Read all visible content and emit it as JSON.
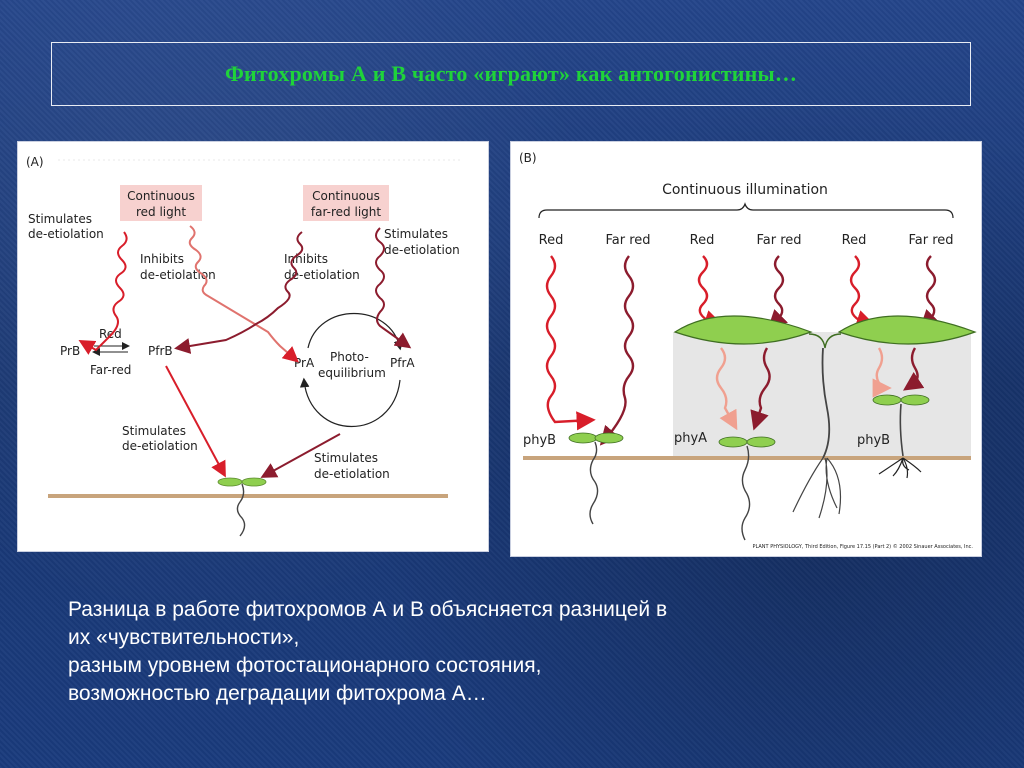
{
  "slide": {
    "title": "Фитохромы А и В часто «играют» как антогонистины…",
    "body_lines": [
      "Разница в работе фитохромов А и В объясняется разницей в",
      "их «чувствительности»,",
      "разным уровнем фотостационарного состояния,",
      "возможностью деградации фитохрома А…"
    ]
  },
  "panel_a": {
    "label": "(A)",
    "box_red": [
      "Continuous",
      "red light"
    ],
    "box_farred": [
      "Continuous",
      "far-red light"
    ],
    "stim_left": [
      "Stimulates",
      "de-etiolation"
    ],
    "inhibits_left": [
      "Inhibits",
      "de-etiolation"
    ],
    "inhibits_right": [
      "Inhibits",
      "de-etiolation"
    ],
    "stim_right": [
      "Stimulates",
      "de-etiolation"
    ],
    "prb": "PrB",
    "pfrb": "PfrB",
    "red": "Red",
    "far_red": "Far-red",
    "pra": "PrA",
    "pfra": "PfrA",
    "photo_eq": [
      "Photo-",
      "equilibrium"
    ],
    "stim_mid": [
      "Stimulates",
      "de-etiolation"
    ],
    "stim_bottom": [
      "Stimulates",
      "de-etiolation"
    ]
  },
  "panel_b": {
    "label": "(B)",
    "continuous_illumination": "Continuous illumination",
    "light_labels": [
      "Red",
      "Far red",
      "Red",
      "Far red",
      "Red",
      "Far red"
    ],
    "phyb_1": "phyB",
    "phya": "phyA",
    "phyb_2": "phyB",
    "credit": "PLANT PHYSIOLOGY, Third Edition, Figure 17.15 (Part 2) © 2002 Sinauer Associates, Inc."
  },
  "colors": {
    "title_green": "#1fd33a",
    "red_arrow": "#d81e2a",
    "farred_arrow": "#8c1c2e",
    "pink_box": "#f7d1cf",
    "leaf_green": "#8fcf4f",
    "soil": "#c8a47c"
  }
}
